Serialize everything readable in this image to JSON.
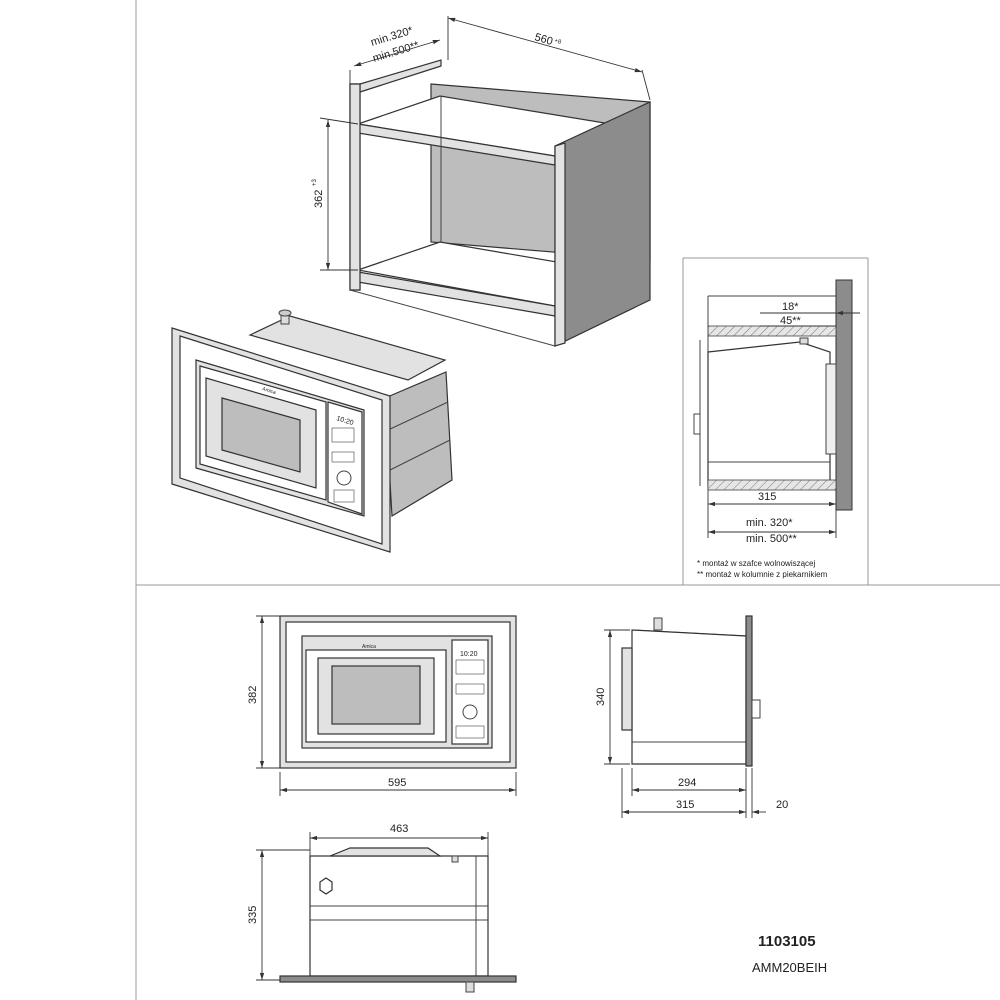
{
  "cabinet": {
    "depth_min_1": "min.320*",
    "depth_min_2": "min.500**",
    "width": "560",
    "width_tol": "+8",
    "height": "362",
    "height_tol": "+3"
  },
  "side_install": {
    "dim_18": "18*",
    "dim_45": "45**",
    "dim_315": "315",
    "dim_min320": "min. 320*",
    "dim_min500": "min. 500**",
    "note_1": "*  montaż w szafce wolnowiszącej",
    "note_2": "** montaż w kolumnie z piekarnikiem"
  },
  "front_view": {
    "height": "382",
    "width": "595",
    "brand": "Amica",
    "display": "10:20"
  },
  "side_view": {
    "height": "340",
    "depth_body": "294",
    "depth_total": "315",
    "frame": "20"
  },
  "top_view": {
    "width": "463",
    "height": "335"
  },
  "product": {
    "code": "1103105",
    "model": "AMM20BEIH"
  }
}
